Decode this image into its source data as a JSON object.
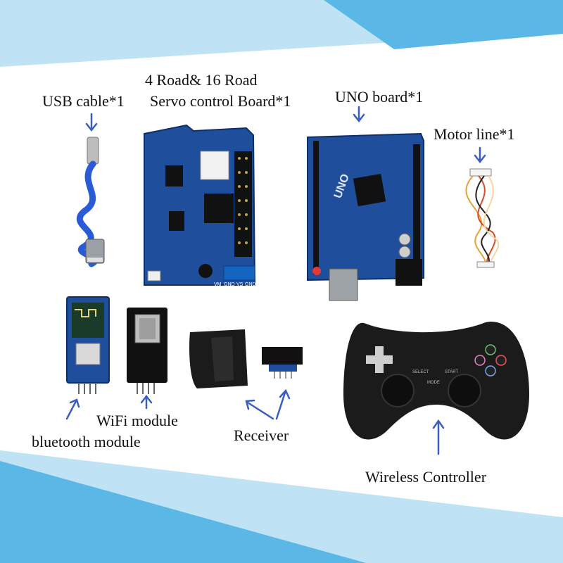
{
  "labels": {
    "usb_cable": "USB cable*1",
    "servo_board_line1": "4 Road& 16 Road",
    "servo_board_line2": "Servo control Board*1",
    "uno_board": "UNO board*1",
    "motor_line": "Motor line*1",
    "wifi_module": "WiFi module",
    "bluetooth_module": "bluetooth module",
    "receiver": "Receiver",
    "wireless_controller": "Wireless Controller"
  },
  "board_text": {
    "uno": "UNO",
    "select": "SELECT",
    "start": "START",
    "mode": "MODE",
    "vm": "VM",
    "gnd1": "GND",
    "vs": "VS",
    "gnd2": "GND"
  },
  "colors": {
    "band": "#5bb8e6",
    "band_light": "#bfe3f5",
    "board_blue": "#1f4f9c",
    "arrow": "#3a5fc0"
  }
}
